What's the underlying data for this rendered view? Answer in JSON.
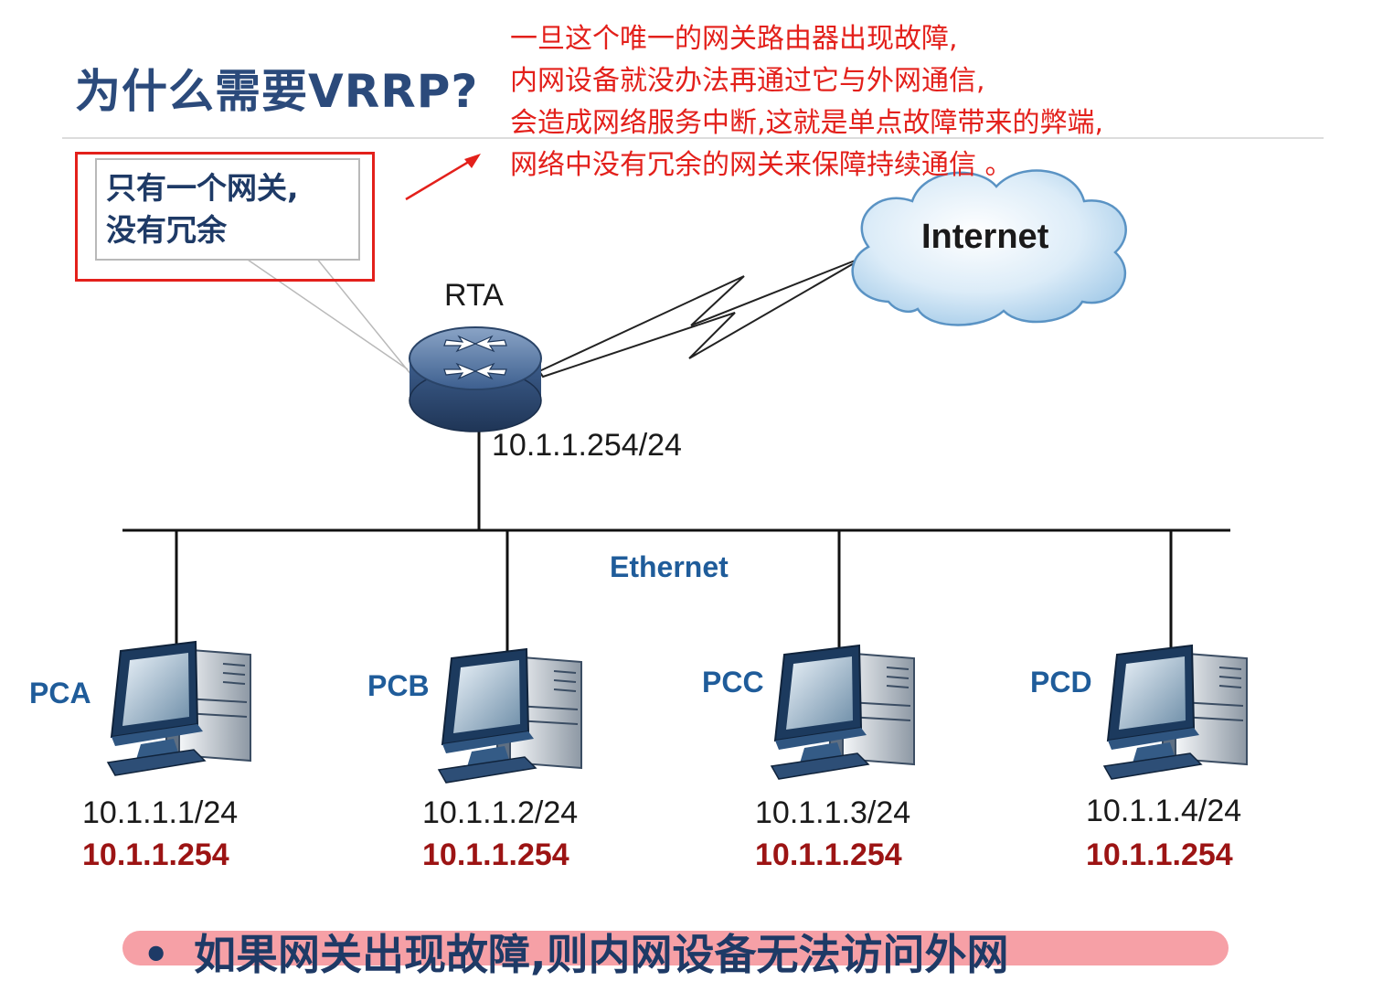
{
  "title": "为什么需要VRRP?",
  "note_lines": [
    "一旦这个唯一的网关路由器出现故障,",
    "内网设备就没办法再通过它与外网通信,",
    "会造成网络服务中断,这就是单点故障带来的弊端,",
    "网络中没有冗余的网关来保障持续通信 。"
  ],
  "callout_lines": [
    "只有一个网关,",
    "没有冗余"
  ],
  "router": {
    "name": "RTA",
    "ip": "10.1.1.254/24",
    "icon": "router-icon"
  },
  "internet_label": "Internet",
  "ethernet_label": "Ethernet",
  "pcs": [
    {
      "name": "PCA",
      "ip": "10.1.1.1/24",
      "gateway": "10.1.1.254"
    },
    {
      "name": "PCB",
      "ip": "10.1.1.2/24",
      "gateway": "10.1.1.254"
    },
    {
      "name": "PCC",
      "ip": "10.1.1.3/24",
      "gateway": "10.1.1.254"
    },
    {
      "name": "PCD",
      "ip": "10.1.1.4/24",
      "gateway": "10.1.1.254"
    }
  ],
  "bottom_bullet": "•",
  "bottom_text": "如果网关出现故障,则内网设备无法访问外网",
  "colors": {
    "title": "#2b4a7b",
    "note": "#e3201b",
    "pc_label": "#1f5c9a",
    "gateway": "#9c1414",
    "highlight": "#f6a0a6"
  }
}
